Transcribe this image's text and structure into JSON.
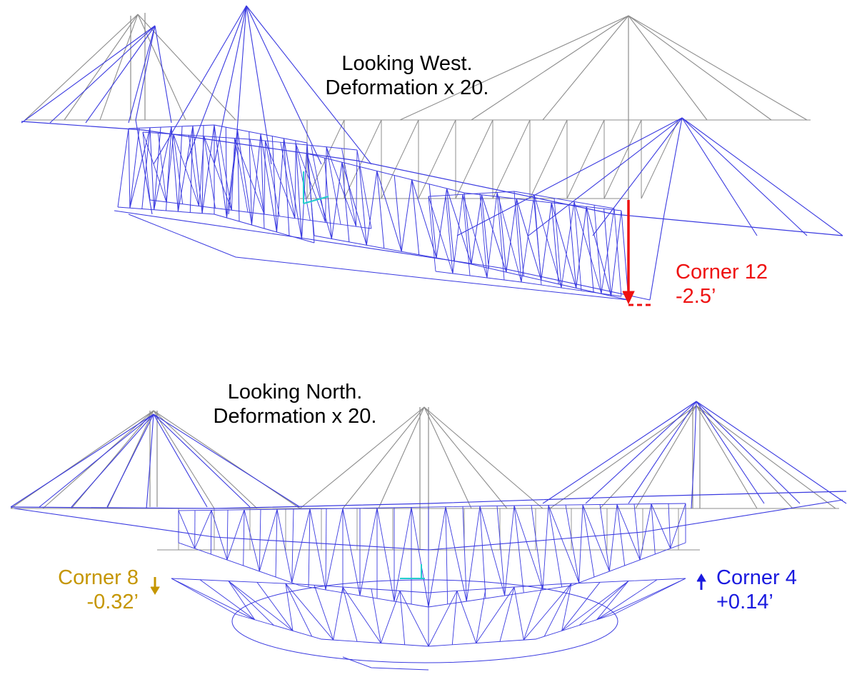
{
  "top_view": {
    "title_line1": "Looking West.",
    "title_line2": "Deformation x 20.",
    "marker": {
      "label": "Corner 12",
      "value": "-2.5’",
      "color": "#ee1111",
      "direction": "down"
    }
  },
  "bottom_view": {
    "title_line1": "Looking North.",
    "title_line2": "Deformation x 20.",
    "marker_left": {
      "label": "Corner 8",
      "value": "-0.32’",
      "color": "#c59600",
      "direction": "down"
    },
    "marker_right": {
      "label": "Corner 4",
      "value": "+0.14’",
      "color": "#1a1adf",
      "direction": "up"
    }
  },
  "colors": {
    "undeformed": "#8c8c8c",
    "deformed": "#3a3ae0",
    "axis": "#22cccc"
  }
}
